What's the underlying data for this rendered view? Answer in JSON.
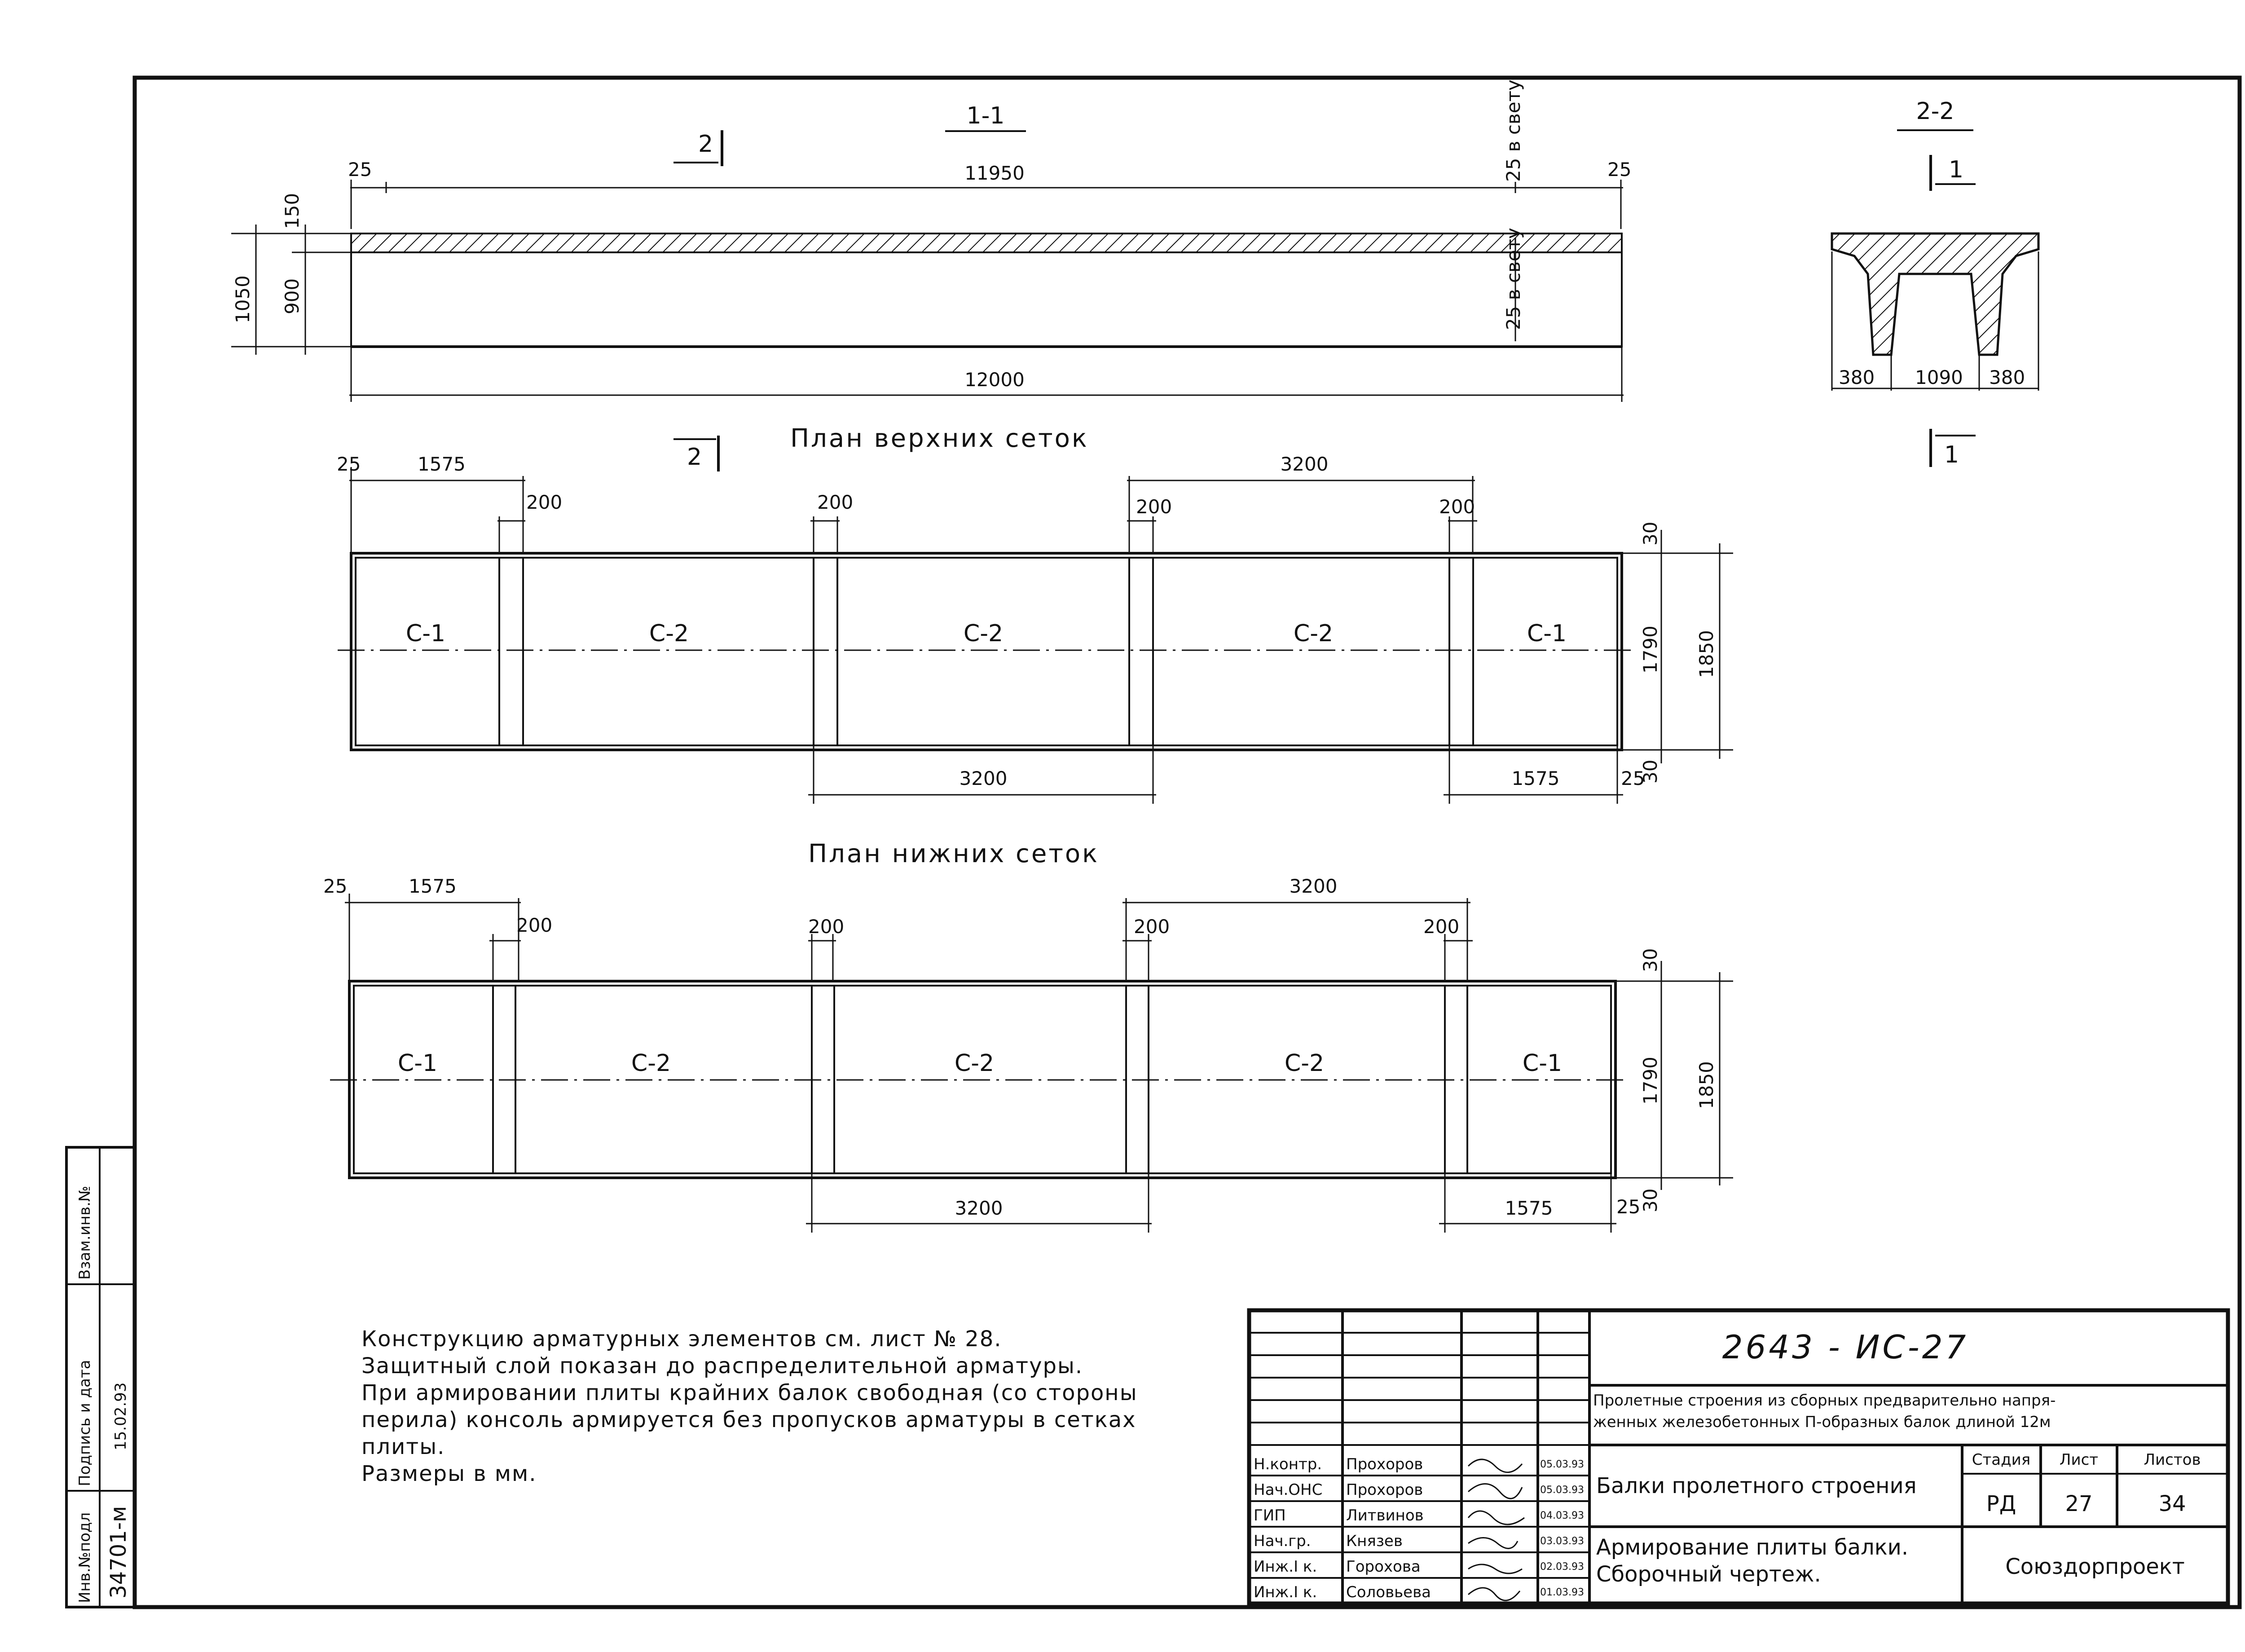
{
  "section_1_1": {
    "title": "1-1",
    "marker_2": "2",
    "dims": {
      "left_25": "25",
      "top_11950": "11950",
      "right_25": "25",
      "clear_top": "25 в свету",
      "clear_bottom": "25 в свету",
      "h_150": "150",
      "h_900": "900",
      "h_1050": "1050",
      "bottom_12000": "12000"
    }
  },
  "section_2_2": {
    "title": "2-2",
    "marker_top": "1",
    "marker_bottom": "1",
    "dims": {
      "left": "380",
      "mid": "1090",
      "right": "380"
    }
  },
  "plan_top": {
    "title": "План верхних сеток",
    "marker_2": "2",
    "dims": {
      "left_25": "25",
      "d_1575_top": "1575",
      "d_200_a": "200",
      "d_200_b": "200",
      "d_200_c": "200",
      "d_200_d": "200",
      "d_3200_top": "3200",
      "d_3200_bottom": "3200",
      "d_1575_bottom": "1575",
      "d_30_top": "30",
      "d_30_bottom": "30",
      "d_25_bottom": "25",
      "d_1790": "1790",
      "d_1850": "1850"
    },
    "panels": [
      "С-1",
      "С-2",
      "С-2",
      "С-2",
      "С-1"
    ]
  },
  "plan_bottom": {
    "title": "План нижних сеток",
    "dims": {
      "left_25": "25",
      "d_1575_top": "1575",
      "d_200_a": "200",
      "d_200_b": "200",
      "d_200_c": "200",
      "d_200_d": "200",
      "d_3200_top": "3200",
      "d_3200_bottom": "3200",
      "d_1575_bottom": "1575",
      "d_30_top": "30",
      "d_30_bottom": "30",
      "d_25_bottom": "25",
      "d_1790": "1790",
      "d_1850": "1850"
    },
    "panels": [
      "С-1",
      "С-2",
      "С-2",
      "С-2",
      "С-1"
    ]
  },
  "notes": [
    "Конструкцию арматурных элементов см. лист № 28.",
    "Защитный слой показан до распределительной арматуры.",
    "При армировании плиты крайних балок свободная (со стороны",
    "перила) консоль армируется без пропусков арматуры в сетках",
    "плиты.",
    "Размеры в мм."
  ],
  "side_stamp": {
    "inv_podl_label": "Инв.№подл",
    "inv_podl_value": "34701-м",
    "sign_date_label": "Подпись и дата",
    "sign_date_value": "15.02.93",
    "vzam_label": "Взам.инв.№"
  },
  "title_block": {
    "doc_code": "2643 - ИС-27",
    "project_line1": "Пролетные строения из сборных предварительно напря-",
    "project_line2": "женных железобетонных П-образных балок длиной 12м",
    "sheet_title": "Балки пролетного строения",
    "drawing_line1": "Армирование плиты балки.",
    "drawing_line2": "Сборочный чертеж.",
    "org": "Союздорпроект",
    "stage_label": "Стадия",
    "sheet_label": "Лист",
    "sheets_label": "Листов",
    "stage": "РД",
    "sheet": "27",
    "sheets": "34",
    "signers": [
      {
        "role": "Н.контр.",
        "name": "Прохоров",
        "date": "05.03.93"
      },
      {
        "role": "Нач.ОНС",
        "name": "Прохоров",
        "date": "05.03.93"
      },
      {
        "role": "ГИП",
        "name": "Литвинов",
        "date": "04.03.93"
      },
      {
        "role": "Нач.гр.",
        "name": "Князев",
        "date": "03.03.93"
      },
      {
        "role": "Инж.I к.",
        "name": "Горохова",
        "date": "02.03.93"
      },
      {
        "role": "Инж.I к.",
        "name": "Соловьева",
        "date": "01.03.93"
      }
    ]
  }
}
